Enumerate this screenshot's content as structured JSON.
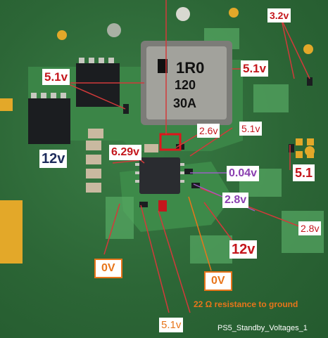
{
  "labels": {
    "v_3_2": "3.2v",
    "v_5_1_left": "5.1v",
    "v_5_1_right": "5.1v",
    "v_12_left": "12v",
    "v_2_6": "2.6v",
    "v_5_1_mid": "5.1v",
    "v_6_29": "6.29v",
    "v_0_04": "0.04v",
    "v_2_8_purple": "2.8v",
    "v_5_1_short": "5.1",
    "v_2_8_red": "2.8v",
    "v_12_bottom": "12v",
    "v_0_left": "0V",
    "v_0_right": "0V",
    "resistance_note": "22 Ω resistance to ground",
    "v_5_1_bottom": "5.1v",
    "caption": "PS5_Standby_Voltages_1"
  },
  "inductor_marking": [
    "1R0",
    "120",
    "30A"
  ],
  "colors": {
    "pcb": "#2f6a3a",
    "label_red": "#c4161c",
    "label_dark": "#1d2b5c",
    "label_purple": "#8a3fb0",
    "label_orange": "#e8751a"
  }
}
